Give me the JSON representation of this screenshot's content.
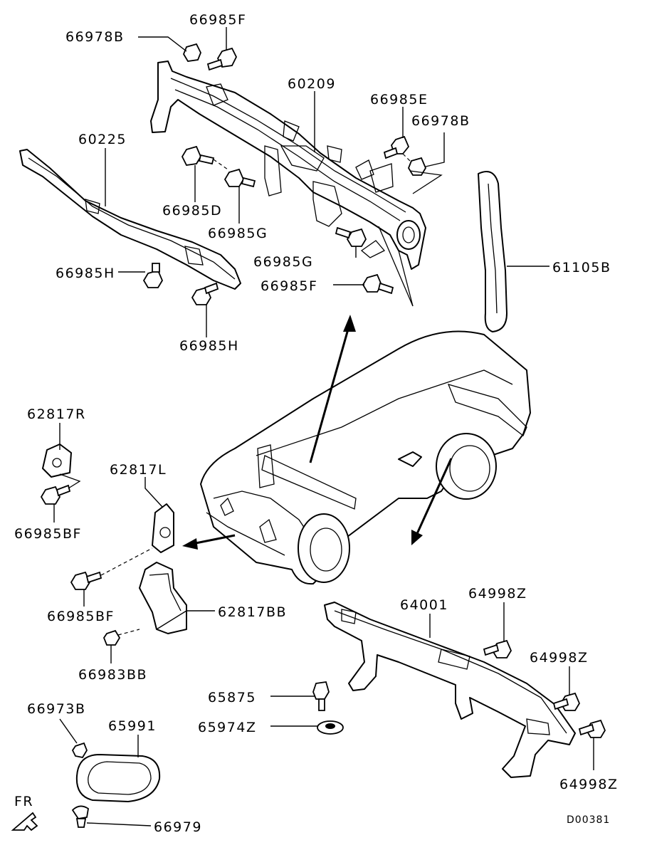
{
  "labels": {
    "l_66978B_top": "66978B",
    "l_66985F_top": "66985F",
    "l_60209": "60209",
    "l_66985E": "66985E",
    "l_66978B_right": "66978B",
    "l_60225": "60225",
    "l_66985D": "66985D",
    "l_66985G_a": "66985G",
    "l_66985G_b": "66985G",
    "l_66985H_a": "66985H",
    "l_66985F_mid": "66985F",
    "l_61105B": "61105B",
    "l_66985H_b": "66985H",
    "l_62817R": "62817R",
    "l_62817L": "62817L",
    "l_66985BF_a": "66985BF",
    "l_66985BF_b": "66985BF",
    "l_62817BB": "62817BB",
    "l_66983BB": "66983BB",
    "l_64001": "64001",
    "l_64998Z_a": "64998Z",
    "l_64998Z_b": "64998Z",
    "l_64998Z_c": "64998Z",
    "l_65875": "65875",
    "l_65974Z": "65974Z",
    "l_66973B": "66973B",
    "l_65991": "65991",
    "l_66979": "66979"
  },
  "front_indicator": "FR",
  "diagram_code": "D00381"
}
